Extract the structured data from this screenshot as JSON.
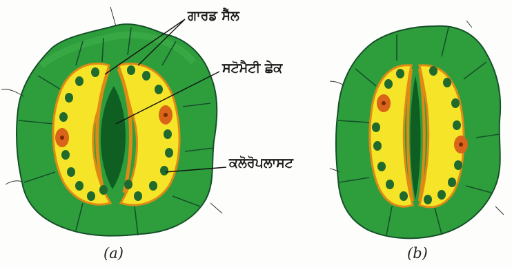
{
  "labels": {
    "guard_cells": "ਗਾਰਡ ਸੈੱਲ",
    "stomatal_pore": "ਸਟੋਮੈਟੀ ਛੇਕ",
    "chloroplast": "ਕਲੋਰੋਪਲਾਸਟ"
  },
  "captions": {
    "a": "(a)",
    "b": "(b)"
  },
  "colors": {
    "epidermal_cell": "#2e9e3c",
    "epidermal_outline": "#15502a",
    "guard_cell": "#f5e428",
    "guard_rim": "#e08a16",
    "pore": "#0f5e22",
    "chloroplast": "#1f6a2c",
    "nucleus": "#d9641a"
  }
}
